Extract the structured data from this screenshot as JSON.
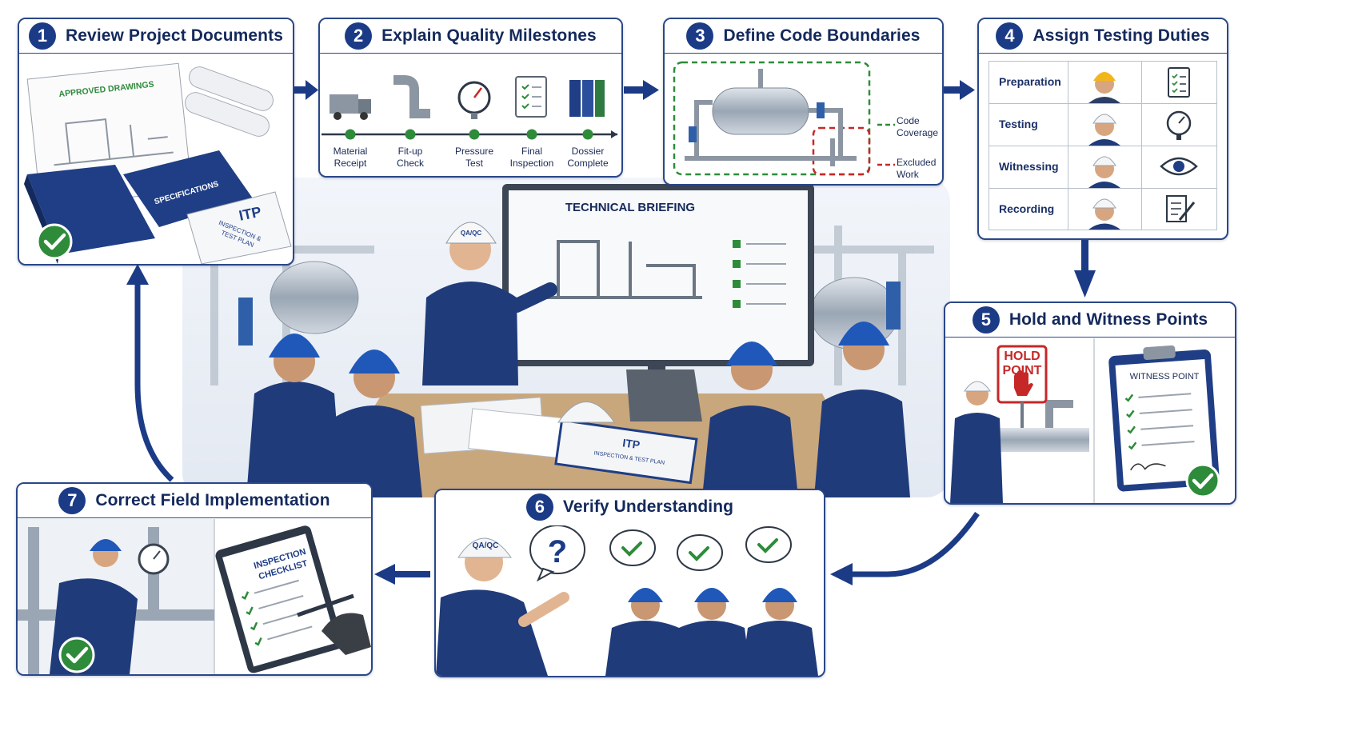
{
  "colors": {
    "navy": "#1c3b86",
    "border": "#2a4788",
    "green": "#2e8b3a",
    "red": "#c62828"
  },
  "steps": [
    {
      "num": "1",
      "title": "Review Project Documents"
    },
    {
      "num": "2",
      "title": "Explain Quality Milestones"
    },
    {
      "num": "3",
      "title": "Define Code Boundaries"
    },
    {
      "num": "4",
      "title": "Assign Testing Duties"
    },
    {
      "num": "5",
      "title": "Hold and Witness Points"
    },
    {
      "num": "6",
      "title": "Verify Understanding"
    },
    {
      "num": "7",
      "title": "Correct Field Implementation"
    }
  ],
  "step1": {
    "drawing_label": "APPROVED DRAWINGS",
    "binder_label": "SPECIFICATIONS",
    "itp_title": "ITP",
    "itp_sub1": "INSPECTION &",
    "itp_sub2": "TEST PLAN"
  },
  "step2": {
    "milestones": [
      "Material Receipt",
      "Fit-up Check",
      "Pressure Test",
      "Final Inspection",
      "Dossier Complete"
    ]
  },
  "step3": {
    "coverage_label": "Code Coverage",
    "excluded_label": "Excluded Work"
  },
  "step4": {
    "roles": [
      "Preparation",
      "Testing",
      "Witnessing",
      "Recording"
    ],
    "icons": [
      "clipboard-icon",
      "gauge-icon",
      "eye-icon",
      "document-pen-icon"
    ]
  },
  "step5": {
    "hold_line1": "HOLD",
    "hold_line2": "POINT",
    "witness_label": "WITNESS POINT"
  },
  "step6": {
    "helmet_label": "QA/QC",
    "question": "?"
  },
  "step7": {
    "checklist_line1": "INSPECTION",
    "checklist_line2": "CHECKLIST"
  },
  "center": {
    "screen_title": "TECHNICAL BRIEFING",
    "helmet_label": "QA/QC",
    "itp_title": "ITP",
    "itp_sub": "INSPECTION & TEST PLAN"
  }
}
